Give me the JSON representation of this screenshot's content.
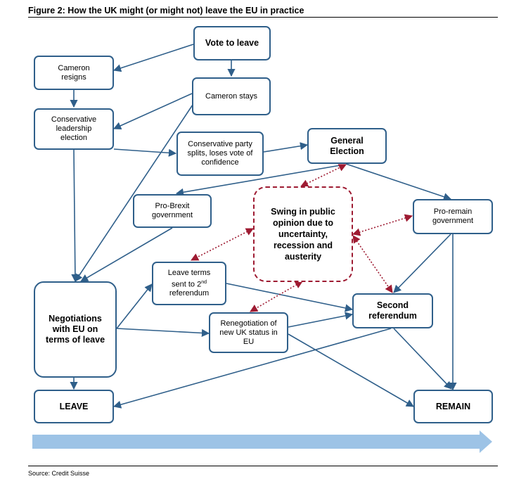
{
  "title": "Figure 2: How the UK might (or might not) leave the EU in practice",
  "source": "Source: Credit Suisse",
  "nodes": {
    "vote_to_leave": "Vote to leave",
    "cameron_resigns": "Cameron resigns",
    "cameron_stays": "Cameron stays",
    "conservative_leadership_election": "Conservative leadership election",
    "conservative_party_splits": "Conservative party splits, loses vote of confidence",
    "general_election": "General Election",
    "pro_brexit_government": "Pro-Brexit government",
    "swing_in_public_opinion": "Swing in public opinion due to uncertainty, recession and austerity",
    "pro_remain_government": "Pro-remain government",
    "leave_terms_sent": "Leave terms sent to 2",
    "leave_terms_sup": "nd",
    "leave_terms_tail": "referendum",
    "negotiations_with_eu": "Negotiations with EU on terms of leave",
    "second_referendum": "Second referendum",
    "renegotiation": "Renegotiation of new UK status in EU",
    "leave": "LEAVE",
    "remain": "REMAIN"
  },
  "colors": {
    "node_border": "#2f5f8a",
    "arrow": "#2f5f8a",
    "dotted_arrow": "#9e1b32",
    "timeline_arrow": "#9dc3e6"
  }
}
